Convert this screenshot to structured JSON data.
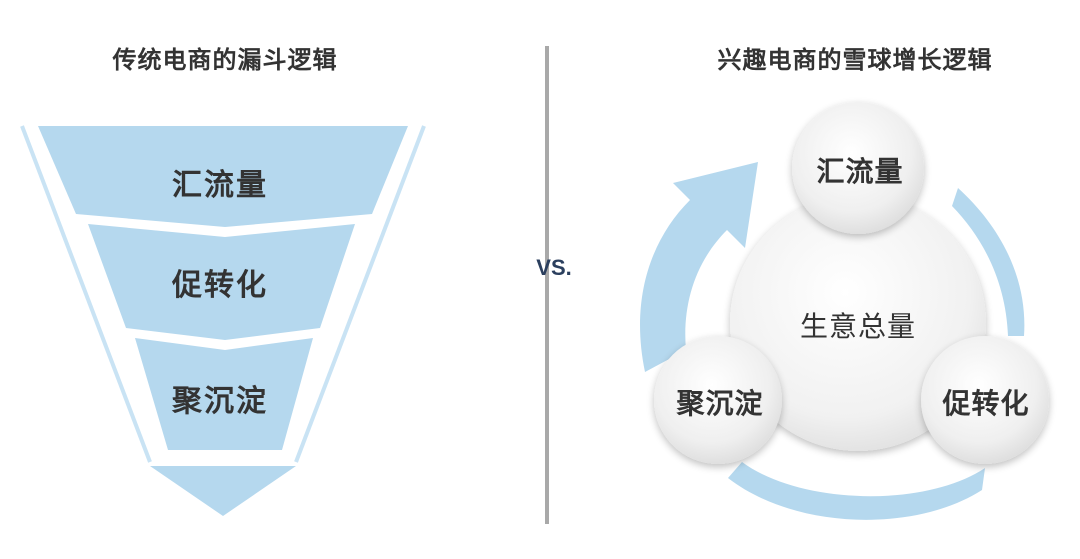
{
  "left_panel": {
    "title": "传统电商的漏斗逻辑",
    "stages": [
      "汇流量",
      "促转化",
      "聚沉淀"
    ]
  },
  "divider": {
    "label": "VS."
  },
  "right_panel": {
    "title": "兴趣电商的雪球增长逻辑",
    "center": "生意总量",
    "nodes": [
      "汇流量",
      "促转化",
      "聚沉淀"
    ]
  },
  "colors": {
    "funnel_fill": "#b5d8ee",
    "funnel_edge": "#c9e3f4",
    "arrow_fill": "#b5d8ee",
    "divider": "#a9a9a9",
    "vs_text": "#2b3f5e",
    "text": "#333333"
  }
}
